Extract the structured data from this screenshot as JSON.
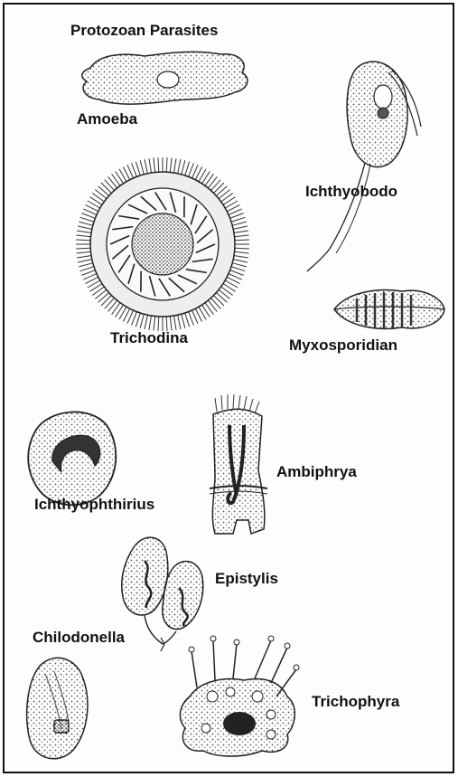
{
  "title": "Protozoan Parasites",
  "labels": {
    "amoeba": "Amoeba",
    "ichthyobodo": "Ichthyobodo",
    "trichodina": "Trichodina",
    "myxosporidian": "Myxosporidian",
    "ichthyophthirius": "Ichthyophthirius",
    "ambiphrya": "Ambiphrya",
    "epistylis": "Epistylis",
    "chilodonella": "Chilodonella",
    "trichophyra": "Trichophyra"
  },
  "colors": {
    "ink": "#111111",
    "stipple": "#555555",
    "nucleus": "#333333",
    "background": "#ffffff"
  }
}
